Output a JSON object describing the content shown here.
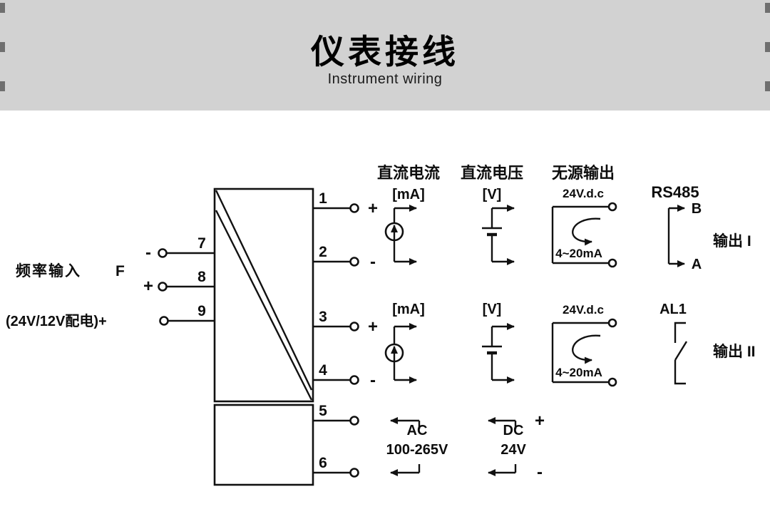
{
  "header": {
    "title": "仪表接线",
    "subtitle": "Instrument wiring"
  },
  "left_side": {
    "freq_label": "频率输入",
    "freq_symbol": "F",
    "minus": "-",
    "plus": "+",
    "power_label": "(24V/12V配电)+",
    "terminals": [
      "7",
      "8",
      "9"
    ]
  },
  "right_terminals": [
    {
      "num": "1",
      "sign": "+"
    },
    {
      "num": "2",
      "sign": "-"
    },
    {
      "num": "3",
      "sign": "+"
    },
    {
      "num": "4",
      "sign": "-"
    },
    {
      "num": "5",
      "sign": ""
    },
    {
      "num": "6",
      "sign": ""
    }
  ],
  "columns": {
    "dc_current": {
      "title": "直流电流",
      "unit": "[mA]"
    },
    "dc_voltage": {
      "title": "直流电压",
      "unit": "[V]"
    },
    "passive_output": {
      "title": "无源输出",
      "voltage": "24V.d.c",
      "range": "4~20mA"
    },
    "rs485": {
      "title": "RS485",
      "line_b": "B",
      "line_a": "A"
    }
  },
  "row2": {
    "current_unit": "[mA]",
    "voltage_unit": "[V]",
    "passive_voltage": "24V.d.c",
    "passive_range": "4~20mA",
    "alarm": "AL1"
  },
  "outputs": {
    "output1": "输出 I",
    "output2": "输出 II"
  },
  "power": {
    "ac_label": "AC",
    "ac_range": "100-265V",
    "dc_label": "DC",
    "dc_value": "24V",
    "plus": "+",
    "minus": "-"
  }
}
